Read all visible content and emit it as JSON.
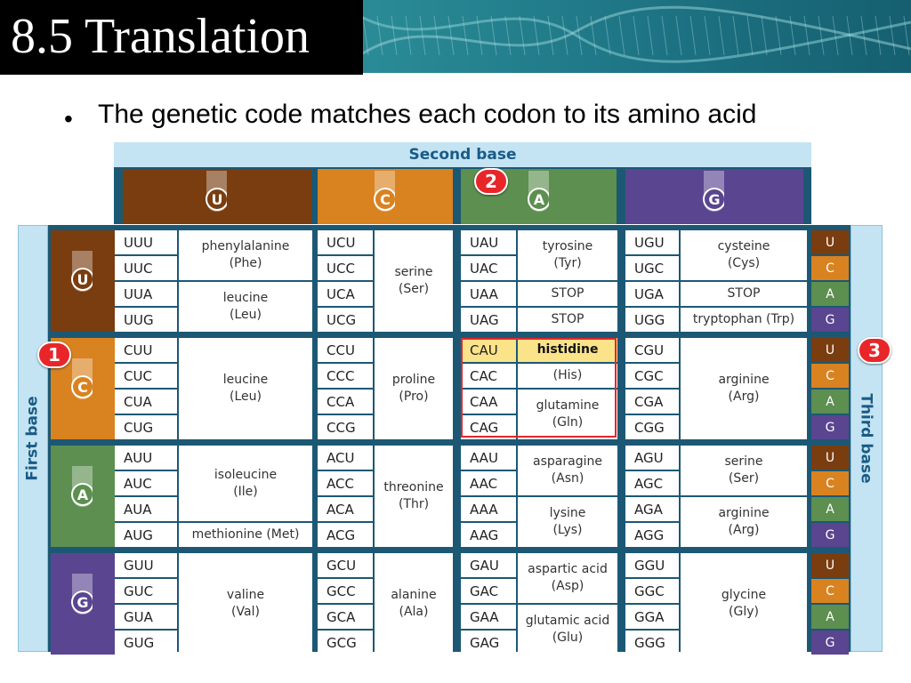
{
  "slide": {
    "title": "8.5  Translation",
    "bullet": "The genetic code matches each codon to its amino acid"
  },
  "table": {
    "second_base_label": "Second base",
    "first_base_label": "First base",
    "third_base_label": "Third base",
    "bases": [
      "U",
      "C",
      "A",
      "G"
    ],
    "base_colors": {
      "U": "#7a3d10",
      "C": "#d98220",
      "A": "#5c8f50",
      "G": "#5a4590"
    },
    "markers": [
      "1",
      "2",
      "3"
    ],
    "codons": [
      [
        [
          "UUU",
          "UUC",
          "UUA",
          "UUG"
        ],
        [
          "UCU",
          "UCC",
          "UCA",
          "UCG"
        ],
        [
          "UAU",
          "UAC",
          "UAA",
          "UAG"
        ],
        [
          "UGU",
          "UGC",
          "UGA",
          "UGG"
        ]
      ],
      [
        [
          "CUU",
          "CUC",
          "CUA",
          "CUG"
        ],
        [
          "CCU",
          "CCC",
          "CCA",
          "CCG"
        ],
        [
          "CAU",
          "CAC",
          "CAA",
          "CAG"
        ],
        [
          "CGU",
          "CGC",
          "CGA",
          "CGG"
        ]
      ],
      [
        [
          "AUU",
          "AUC",
          "AUA",
          "AUG"
        ],
        [
          "ACU",
          "ACC",
          "ACA",
          "ACG"
        ],
        [
          "AAU",
          "AAC",
          "AAA",
          "AAG"
        ],
        [
          "AGU",
          "AGC",
          "AGA",
          "AGG"
        ]
      ],
      [
        [
          "GUU",
          "GUC",
          "GUA",
          "GUG"
        ],
        [
          "GCU",
          "GCC",
          "GCA",
          "GCG"
        ],
        [
          "GAU",
          "GAC",
          "GAA",
          "GAG"
        ],
        [
          "GGU",
          "GGC",
          "GGA",
          "GGG"
        ]
      ]
    ],
    "amino_acids": [
      [
        [
          {
            "rows": 2,
            "name": "phenylalanine",
            "abbr": "(Phe)"
          },
          {
            "rows": 2,
            "name": "leucine",
            "abbr": "(Leu)"
          }
        ],
        [
          {
            "rows": 4,
            "name": "serine",
            "abbr": "(Ser)"
          }
        ],
        [
          {
            "rows": 2,
            "name": "tyrosine",
            "abbr": "(Tyr)"
          },
          {
            "rows": 1,
            "name": "STOP",
            "abbr": ""
          },
          {
            "rows": 1,
            "name": "STOP",
            "abbr": ""
          }
        ],
        [
          {
            "rows": 2,
            "name": "cysteine",
            "abbr": "(Cys)"
          },
          {
            "rows": 1,
            "name": "STOP",
            "abbr": ""
          },
          {
            "rows": 1,
            "name": "tryptophan (Trp)",
            "abbr": ""
          }
        ]
      ],
      [
        [
          {
            "rows": 4,
            "name": "leucine",
            "abbr": "(Leu)"
          }
        ],
        [
          {
            "rows": 4,
            "name": "proline",
            "abbr": "(Pro)"
          }
        ],
        [
          {
            "rows": 1,
            "name": "histidine",
            "abbr": "",
            "highlight": true
          },
          {
            "rows": 1,
            "name": "(His)",
            "abbr": ""
          },
          {
            "rows": 2,
            "name": "glutamine",
            "abbr": "(Gln)"
          }
        ],
        [
          {
            "rows": 4,
            "name": "arginine",
            "abbr": "(Arg)"
          }
        ]
      ],
      [
        [
          {
            "rows": 3,
            "name": "isoleucine",
            "abbr": "(Ile)"
          },
          {
            "rows": 1,
            "name": "methionine (Met)",
            "abbr": ""
          }
        ],
        [
          {
            "rows": 4,
            "name": "threonine",
            "abbr": "(Thr)"
          }
        ],
        [
          {
            "rows": 2,
            "name": "asparagine",
            "abbr": "(Asn)"
          },
          {
            "rows": 2,
            "name": "lysine",
            "abbr": "(Lys)"
          }
        ],
        [
          {
            "rows": 2,
            "name": "serine",
            "abbr": "(Ser)"
          },
          {
            "rows": 2,
            "name": "arginine",
            "abbr": "(Arg)"
          }
        ]
      ],
      [
        [
          {
            "rows": 4,
            "name": "valine",
            "abbr": "(Val)"
          }
        ],
        [
          {
            "rows": 4,
            "name": "alanine",
            "abbr": "(Ala)"
          }
        ],
        [
          {
            "rows": 2,
            "name": "aspartic acid",
            "abbr": "(Asp)"
          },
          {
            "rows": 2,
            "name": "glutamic acid",
            "abbr": "(Glu)"
          }
        ],
        [
          {
            "rows": 4,
            "name": "glycine",
            "abbr": "(Gly)"
          }
        ]
      ]
    ]
  }
}
